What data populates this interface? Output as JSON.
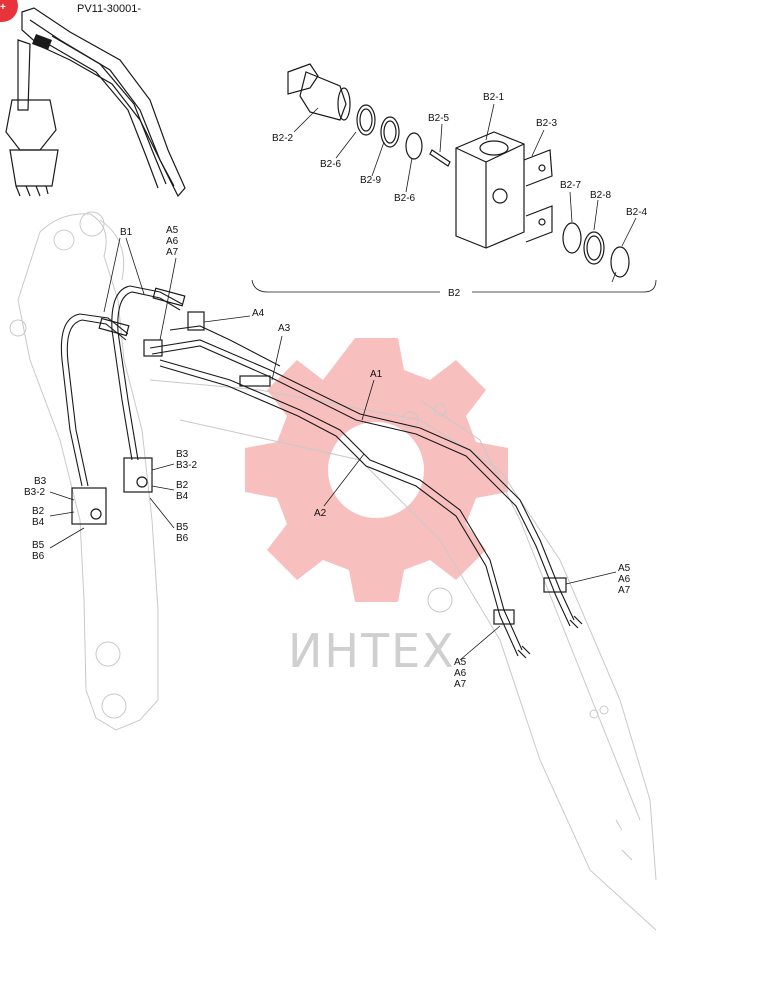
{
  "header": {
    "code": "PV11-30001-"
  },
  "watermark": {
    "text": "ИНТЕХ",
    "gear_color": "#f7b4b4",
    "text_color": "#cfcfcf"
  },
  "badge": {
    "color": "#e8333a"
  },
  "detail_group": {
    "label": "B2"
  },
  "detail_labels": {
    "b2_1": "B2-1",
    "b2_2": "B2-2",
    "b2_3": "B2-3",
    "b2_4": "B2-4",
    "b2_5": "B2-5",
    "b2_6a": "B2-6",
    "b2_6b": "B2-6",
    "b2_7": "B2-7",
    "b2_8": "B2-8",
    "b2_9": "B2-9"
  },
  "main_labels": {
    "b1": "B1",
    "a5_top": "A5",
    "a6_top": "A6",
    "a7_top": "A7",
    "a4": "A4",
    "a3": "A3",
    "a1": "A1",
    "a2": "A2",
    "b3_mid": "B3",
    "b3_2_mid": "B3-2",
    "b2_mid": "B2",
    "b4_mid": "B4",
    "b5_mid": "B5",
    "b6_mid": "B6",
    "b3_left": "B3",
    "b3_2_left": "B3-2",
    "b2_left": "B2",
    "b4_left": "B4",
    "b5_left": "B5",
    "b6_left": "B6",
    "a5_right": "A5",
    "a6_right": "A6",
    "a7_right": "A7",
    "a5_bot": "A5",
    "a6_bot": "A6",
    "a7_bot": "A7"
  }
}
